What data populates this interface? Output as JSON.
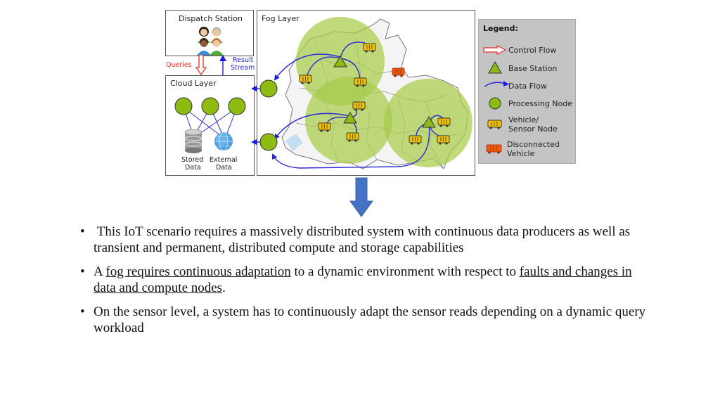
{
  "diagram": {
    "dispatch_station": {
      "title": "Dispatch Station",
      "icon": "people-group-icon"
    },
    "queries_label": "Queries",
    "result_stream_label_line1": "Result",
    "result_stream_label_line2": "Stream",
    "cloud_layer": {
      "title": "Cloud Layer",
      "stored_data_line1": "Stored",
      "stored_data_line2": "Data",
      "external_data_line1": "External",
      "external_data_line2": "Data"
    },
    "fog_layer": {
      "title": "Fog Layer"
    },
    "colors": {
      "node_green": "#8dbb10",
      "coverage_green": "#a8cc4a",
      "data_flow_blue": "#1c1ce0",
      "control_flow_red": "#e03030",
      "vehicle_yellow": "#f2c200",
      "disconnected_orange": "#f05a00",
      "legend_bg": "#c4c4c4",
      "down_arrow_blue": "#4472c4"
    },
    "legend": {
      "title": "Legend:",
      "items": [
        {
          "label": "Control Flow",
          "icon": "control-flow-arrow-icon"
        },
        {
          "label": "Base Station",
          "icon": "base-station-triangle-icon"
        },
        {
          "label": "Data Flow",
          "icon": "data-flow-arrow-icon"
        },
        {
          "label": "Processing Node",
          "icon": "processing-node-circle-icon"
        },
        {
          "label_line1": "Vehicle/",
          "label_line2": "Sensor Node",
          "icon": "vehicle-icon"
        },
        {
          "label_line1": "Disconnected",
          "label_line2": "Vehicle",
          "icon": "disconnected-vehicle-icon"
        }
      ]
    }
  },
  "bullets": [
    {
      "parts": [
        {
          "text": " This IoT scenario requires a massively distributed system with continuous data producers as well as transient and permanent, distributed compute and storage capabilities",
          "underline": false
        }
      ]
    },
    {
      "parts": [
        {
          "text": "A ",
          "underline": false
        },
        {
          "text": "fog requires continuous adaptation",
          "underline": true
        },
        {
          "text": " to a dynamic environment with respect to ",
          "underline": false
        },
        {
          "text": "faults and changes in data and compute nodes",
          "underline": true
        },
        {
          "text": ".",
          "underline": false
        }
      ]
    },
    {
      "parts": [
        {
          "text": "On the sensor level, a system has to continuously adapt the sensor reads depending on a dynamic query workload",
          "underline": false
        }
      ]
    }
  ],
  "bullet_char": "•"
}
